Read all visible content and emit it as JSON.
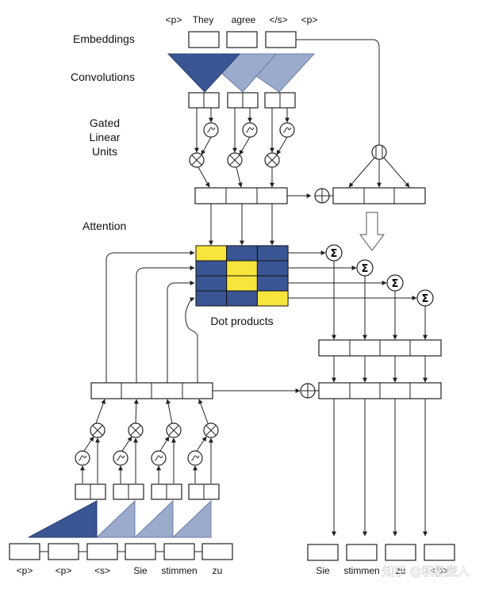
{
  "labels": {
    "embeddings": "Embeddings",
    "convolutions": "Convolutions",
    "glu_line1": "Gated",
    "glu_line2": "Linear",
    "glu_line3": "Units",
    "attention": "Attention",
    "dot_products": "Dot products"
  },
  "target_tokens": [
    "<p>",
    "They",
    "agree",
    "</s>",
    "<p>"
  ],
  "source_tokens": [
    "<p>",
    "<p>",
    "<s>",
    "Sie",
    "stimmen",
    "zu"
  ],
  "output_tokens": [
    "Sie",
    "stimmen",
    "zu",
    "</s>"
  ],
  "symbols": {
    "sum": "Σ"
  },
  "watermark": "知乎 @积极废人",
  "colors": {
    "dark_blue": "#3a5593",
    "light_blue": "#9aabcb",
    "yellow": "#f7e43c",
    "line": "#222222"
  },
  "attention_matrix": [
    [
      "yellow",
      "blue",
      "blue"
    ],
    [
      "blue",
      "yellow",
      "blue"
    ],
    [
      "blue",
      "yellow",
      "blue"
    ],
    [
      "blue",
      "blue",
      "yellow"
    ]
  ]
}
